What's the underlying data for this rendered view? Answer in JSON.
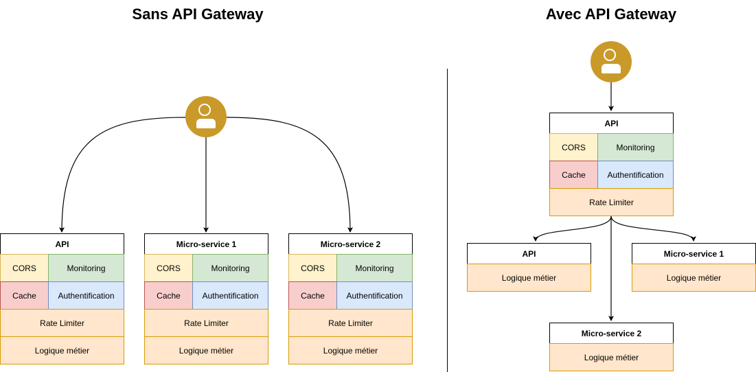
{
  "left": {
    "title": "Sans API Gateway",
    "services": [
      {
        "header": "API",
        "cors": "CORS",
        "monitoring": "Monitoring",
        "cache": "Cache",
        "auth": "Authentification",
        "rate": "Rate Limiter",
        "logic": "Logique métier"
      },
      {
        "header": "Micro-service 1",
        "cors": "CORS",
        "monitoring": "Monitoring",
        "cache": "Cache",
        "auth": "Authentification",
        "rate": "Rate Limiter",
        "logic": "Logique métier"
      },
      {
        "header": "Micro-service 2",
        "cors": "CORS",
        "monitoring": "Monitoring",
        "cache": "Cache",
        "auth": "Authentification",
        "rate": "Rate Limiter",
        "logic": "Logique métier"
      }
    ]
  },
  "right": {
    "title": "Avec API Gateway",
    "gateway": {
      "header": "API",
      "cors": "CORS",
      "monitoring": "Monitoring",
      "cache": "Cache",
      "auth": "Authentification",
      "rate": "Rate Limiter"
    },
    "services": [
      {
        "header": "API",
        "logic": "Logique métier"
      },
      {
        "header": "Micro-service 1",
        "logic": "Logique métier"
      },
      {
        "header": "Micro-service 2",
        "logic": "Logique métier"
      }
    ]
  },
  "colors": {
    "user": "#c9992a",
    "cors": "#fff2cc",
    "monitoring": "#d5e8d4",
    "cache": "#f8cecc",
    "auth": "#dae8fc",
    "orange": "#ffe6cc"
  },
  "icons": [
    "user-icon"
  ]
}
